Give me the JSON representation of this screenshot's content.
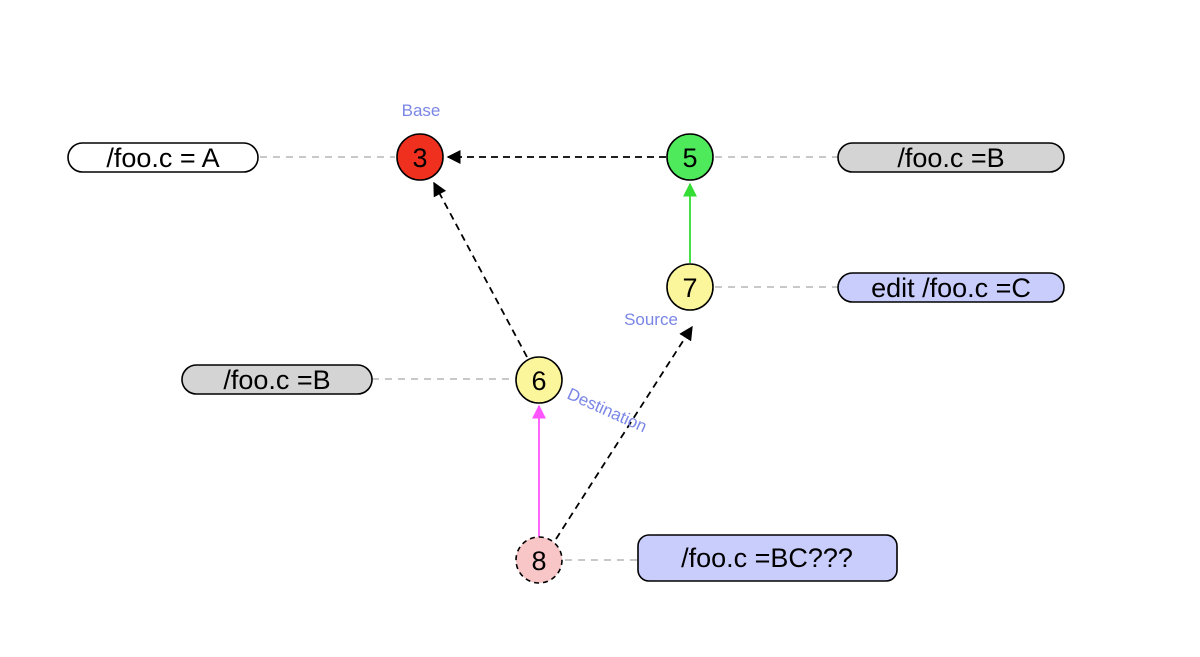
{
  "colors": {
    "red_node": "#f0301f",
    "green_node": "#4eea5c",
    "yellow_node": "#fbf59b",
    "pink_node": "#f8c6c6",
    "gray_pill": "#d4d4d4",
    "blue_pill": "#c9cdfb",
    "green_edge": "#33dd33",
    "magenta_edge": "#ff55ff",
    "label_blue": "#7a86e6",
    "connector_gray": "#a8a8a8"
  },
  "nodes": {
    "n3": "3",
    "n5": "5",
    "n6": "6",
    "n7": "7",
    "n8": "8"
  },
  "labels": {
    "base": "Base",
    "source": "Source",
    "destination": "Destination"
  },
  "pills": {
    "p_a": "/foo.c = A",
    "p_b_top": "/foo.c =B",
    "p_c": "edit /foo.c =C",
    "p_b_mid": "/foo.c =B",
    "p_bc": "/foo.c =BC???"
  }
}
